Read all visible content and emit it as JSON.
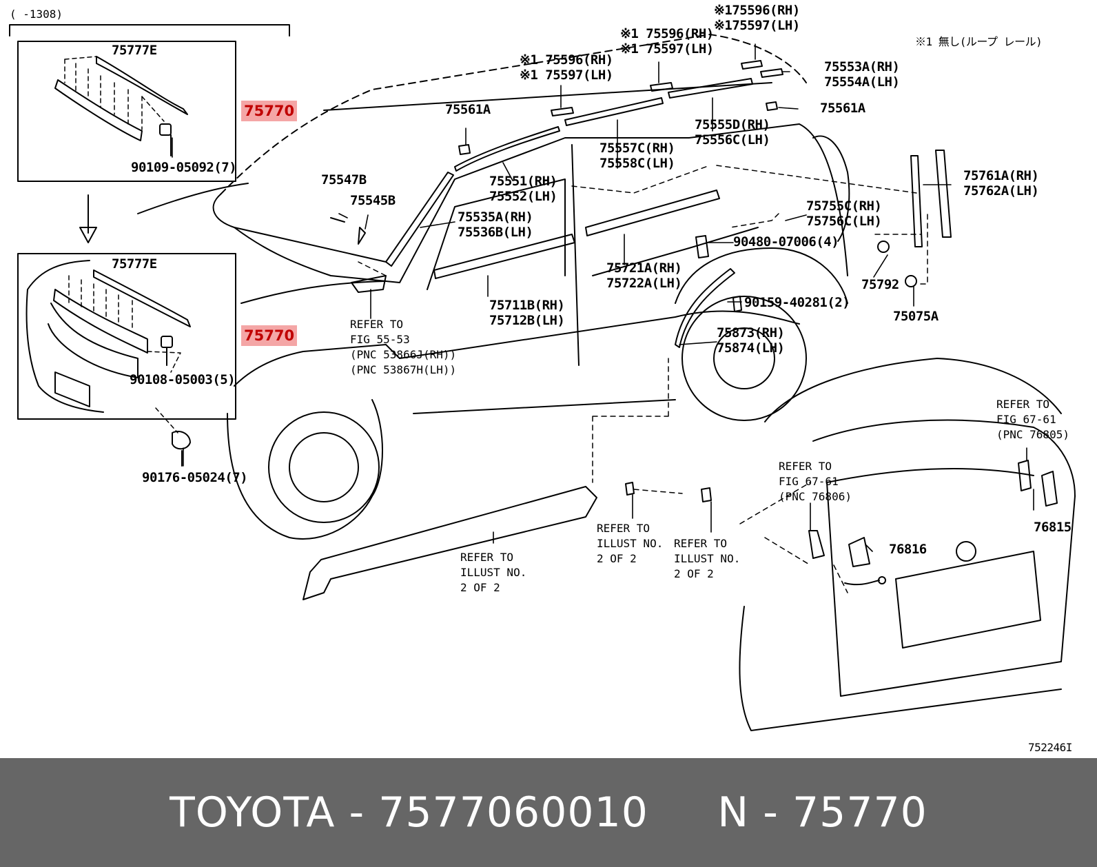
{
  "diagram": {
    "range_note": "(    -1308)",
    "footnote": "※1 無し(ループ レール)",
    "drawing_id": "752246I",
    "highlight_label": "75770",
    "inset_top": {
      "part_a": "75777E",
      "part_b": "90109-05092(7)"
    },
    "inset_bottom": {
      "part_a": "75777E",
      "part_b": "90108-05003(5)"
    },
    "parts": {
      "p75596_top_rh": "※175596(RH)",
      "p75597_top_lh": "※175597(LH)",
      "p75596_mid_rh": "※1 75596(RH)",
      "p75597_mid_lh": "※1 75597(LH)",
      "p75596_low_rh": "※1 75596(RH)",
      "p75597_low_lh": "※1 75597(LH)",
      "p75553a": "75553A(RH)",
      "p75554a": "75554A(LH)",
      "p75561a_left": "75561A",
      "p75561a_right": "75561A",
      "p75555d": "75555D(RH)",
      "p75556c": "75556C(LH)",
      "p75557c": "75557C(RH)",
      "p75558c": "75558C(LH)",
      "p75551": "75551(RH)",
      "p75552": "75552(LH)",
      "p75547b": "75547B",
      "p75545b": "75545B",
      "p75535a": "75535A(RH)",
      "p75536b": "75536B(LH)",
      "p75761a": "75761A(RH)",
      "p75762a": "75762A(LH)",
      "p75755c": "75755C(RH)",
      "p75756c": "75756C(LH)",
      "p90480": "90480-07006(4)",
      "p75721a": "75721A(RH)",
      "p75722a": "75722A(LH)",
      "p75711b": "75711B(RH)",
      "p75712b": "75712B(LH)",
      "p75792": "75792",
      "p75075a": "75075A",
      "p90159": "90159-40281(2)",
      "p75873": "75873(RH)",
      "p75874": "75874(LH)",
      "p90176": "90176-05024(7)",
      "p76816": "76816",
      "p76815": "76815"
    },
    "refer_notes": {
      "fig55": [
        "REFER TO",
        "FIG 55-53",
        "(PNC 53866J(RH))",
        "(PNC 53867H(LH))"
      ],
      "fig67_76805": [
        "REFER TO",
        "FIG 67-61",
        "(PNC 76805)"
      ],
      "fig67_76806": [
        "REFER TO",
        "FIG 67-61",
        "(PNC 76806)"
      ],
      "illust_a": [
        "REFER TO",
        "ILLUST NO.",
        "2 OF 2"
      ],
      "illust_b": [
        "REFER TO",
        "ILLUST NO.",
        "2 OF 2"
      ],
      "illust_c": [
        "REFER TO",
        "ILLUST NO.",
        "2 OF 2"
      ]
    }
  },
  "footer": {
    "brand": "TOYOTA",
    "separator": " - ",
    "part_number": "7577060010",
    "ref_prefix": "N",
    "ref_number": "75770"
  }
}
